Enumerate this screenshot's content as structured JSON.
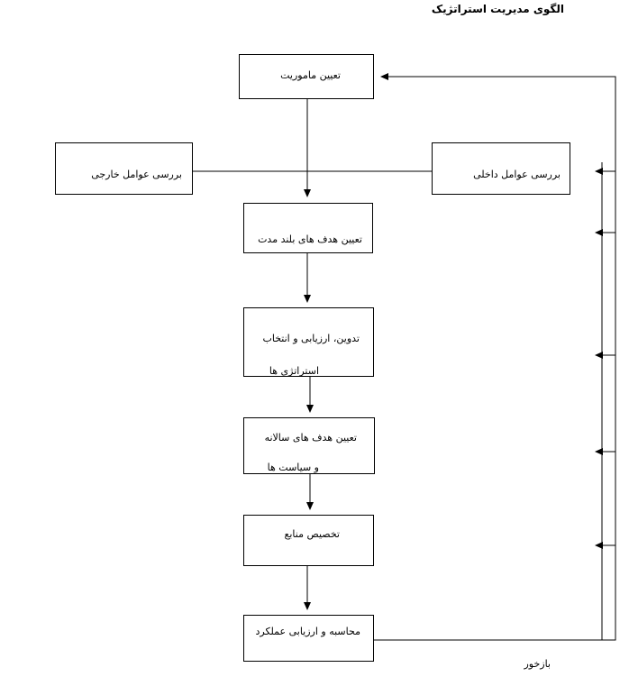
{
  "title": "الگوی مدیریت استراتژیک",
  "nodes": {
    "mission": {
      "label": "تعیین ماموریت"
    },
    "external": {
      "label": "بررسی عوامل خارجی"
    },
    "internal": {
      "label": "بررسی عوامل داخلی"
    },
    "long_term_goals": {
      "label": "تعیین هدف های بلند مدت"
    },
    "strategy": {
      "line1": "تدوین، ارزیابی و انتخاب",
      "line2": "استراتژی ها"
    },
    "annual_goals": {
      "line1": "تعیین هدف های سالانه",
      "line2": "و سیاست ها"
    },
    "resources": {
      "label": "تخصیص منابع"
    },
    "evaluation": {
      "label": "محاسبه و ارزیابی عملکرد"
    }
  },
  "feedback_label": "بازخور"
}
